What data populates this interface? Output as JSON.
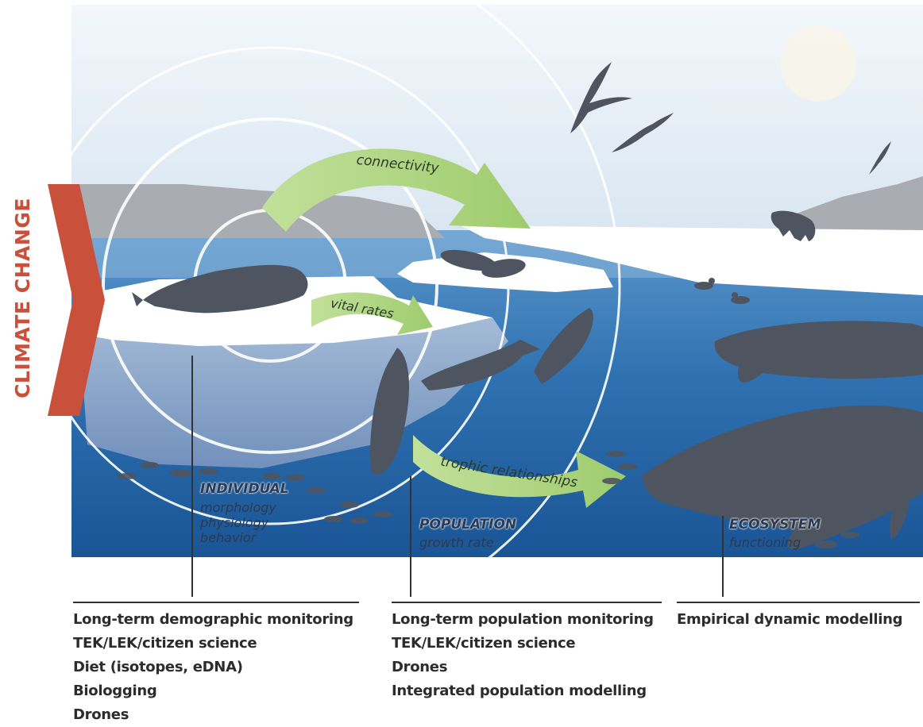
{
  "driver": {
    "label": "CLIMATE CHANGE"
  },
  "arrows": {
    "connectivity": "connectivity",
    "vital_rates": "vital rates",
    "trophic": "trophic relationships"
  },
  "scales": {
    "individual": {
      "title": "INDIVIDUAL",
      "subs": [
        "morphology",
        "physiology",
        "behavior"
      ]
    },
    "population": {
      "title": "POPULATION",
      "subs": [
        "growth rate"
      ]
    },
    "ecosystem": {
      "title": "ECOSYSTEM",
      "subs": [
        "functioning"
      ]
    }
  },
  "methods": {
    "individual": [
      "Long-term demographic monitoring",
      "TEK/LEK/citizen science",
      "Diet (isotopes, eDNA)",
      "Biologging",
      "Drones"
    ],
    "population": [
      "Long-term population monitoring",
      "TEK/LEK/citizen science",
      "Drones",
      "Integrated population modelling"
    ],
    "ecosystem": [
      "Empirical dynamic modelling"
    ]
  },
  "colors": {
    "sky_top": "#e9f1f8",
    "ocean_deep": "#1f5e9e",
    "ocean_shallow": "#4e8cc4",
    "ice": "#ffffff",
    "animal": "#4f5560",
    "arrow_green": "#a8d27a",
    "climate_red": "#c9503a",
    "mountain": "#a9adb2"
  }
}
